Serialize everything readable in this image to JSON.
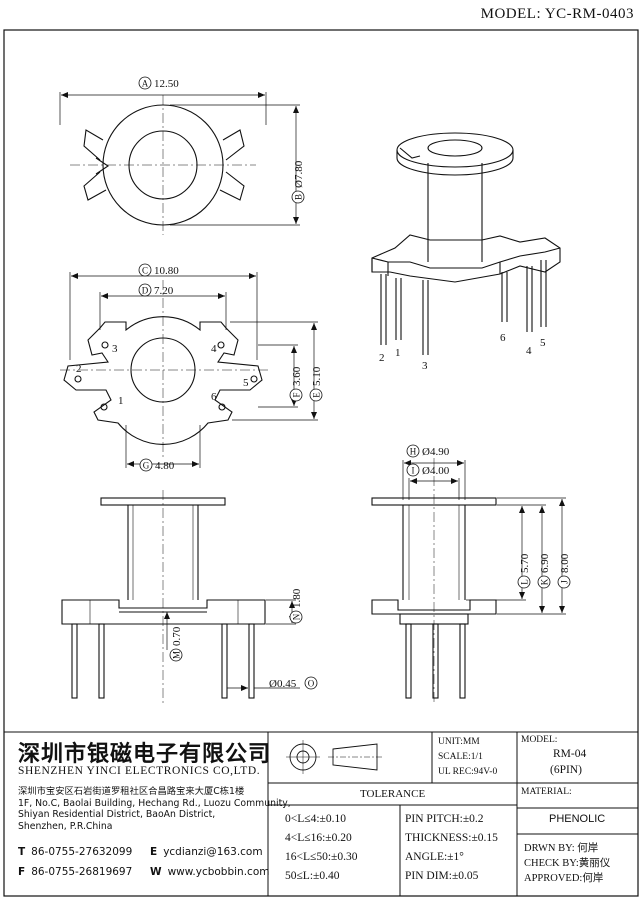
{
  "model_title": "MODEL: YC-RM-0403",
  "dimensions": {
    "A": "12.50",
    "B": "Ø7.80",
    "C": "10.80",
    "D": "7.20",
    "E": "5.10",
    "F": "3.60",
    "G": "4.80",
    "H": "Ø4.90",
    "I": "Ø4.00",
    "J": "8.00",
    "K": "6.90",
    "L": "5.70",
    "M": "0.70",
    "N": "1.80",
    "O": "Ø0.45"
  },
  "pins_top": [
    "1",
    "2",
    "3",
    "4",
    "5",
    "6"
  ],
  "pins_iso": [
    "2",
    "1",
    "3",
    "6",
    "4",
    "5"
  ],
  "company": {
    "name_cn": "深圳市银磁电子有限公司",
    "name_en": "SHENZHEN YINCI ELECTRONICS CO,LTD.",
    "address_cn": "深圳市宝安区石岩街道罗租社区合昌路宝来大厦C栋1楼",
    "address_en_1": "1F, No.C, Baolai Building, Hechang Rd., Luozu Community,",
    "address_en_2": "Shiyan Residential District, BaoAn District,",
    "address_en_3": "Shenzhen, P.R.China",
    "tel_label": "T",
    "tel": "86-0755-27632099",
    "fax_label": "F",
    "fax": "86-0755-26819697",
    "email_label": "E",
    "email": "ycdianzi@163.com",
    "web_label": "W",
    "web": "www.ycbobbin.com"
  },
  "specs": {
    "unit": "UNIT:MM",
    "scale": "SCALE:1/1",
    "ul": "UL REC:94V-0",
    "model_label": "MODEL:",
    "model": "RM-04",
    "pins": "(6PIN)",
    "tolerance_title": "TOLERANCE",
    "tol_1": "0<L≤4:±0.10",
    "tol_2": "4<L≤16:±0.20",
    "tol_3": "16<L≤50:±0.30",
    "tol_4": "50≤L:±0.40",
    "pin_pitch": "PIN PITCH:±0.2",
    "thickness": "THICKNESS:±0.15",
    "angle": "ANGLE:±1°",
    "pin_dim": "PIN DIM:±0.05",
    "material_label": "MATERIAL:",
    "material": "PHENOLIC",
    "drawn": "DRWN BY: 何岸",
    "checked": "CHECK BY:黄丽仪",
    "approved": "APPROVED:何岸"
  }
}
